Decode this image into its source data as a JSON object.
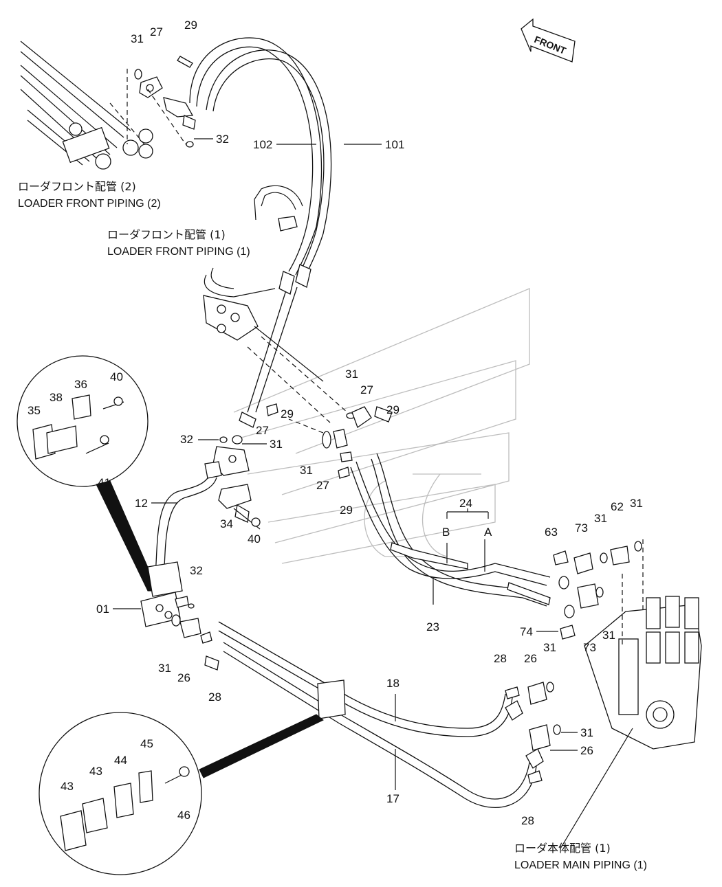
{
  "front_arrow": {
    "text": "FRONT"
  },
  "captions": {
    "front2_jp": "ローダフロント配管 (2)",
    "front2_en": "LOADER FRONT PIPING (2)",
    "front1_jp": "ローダフロント配管 (1)",
    "front1_en": "LOADER FRONT PIPING (1)",
    "main_jp": "ローダ本体配管 (1)",
    "main_en": "LOADER MAIN PIPING (1)"
  },
  "labels": {
    "n31a": "31",
    "n27a": "27",
    "n29a": "29",
    "n32a": "32",
    "n102": "102",
    "n101": "101",
    "n31b": "31",
    "n27b": "27",
    "n29b": "29",
    "n29c": "29",
    "n27c": "27",
    "n32b": "32",
    "n31c": "31",
    "n31d": "31",
    "n27d": "27",
    "n29d": "29",
    "n40a": "40",
    "n36": "36",
    "n38": "38",
    "n35": "35",
    "n41": "41",
    "n12": "12",
    "n34": "34",
    "n40b": "40",
    "n24": "24",
    "nB": "B",
    "nA": "A",
    "n23": "23",
    "n63": "63",
    "n73a": "73",
    "n31e": "31",
    "n62": "62",
    "n31f": "31",
    "n74": "74",
    "n31g": "31",
    "n73b": "73",
    "n01": "01",
    "n32c": "32",
    "n31h": "31",
    "n26a": "26",
    "n28a": "28",
    "n18": "18",
    "n17": "17",
    "n28b": "28",
    "n26b": "26",
    "n31i": "31",
    "n31j": "31",
    "n26c": "26",
    "n28c": "28",
    "n45": "45",
    "n44": "44",
    "n43a": "43",
    "n43b": "43",
    "n46": "46"
  }
}
